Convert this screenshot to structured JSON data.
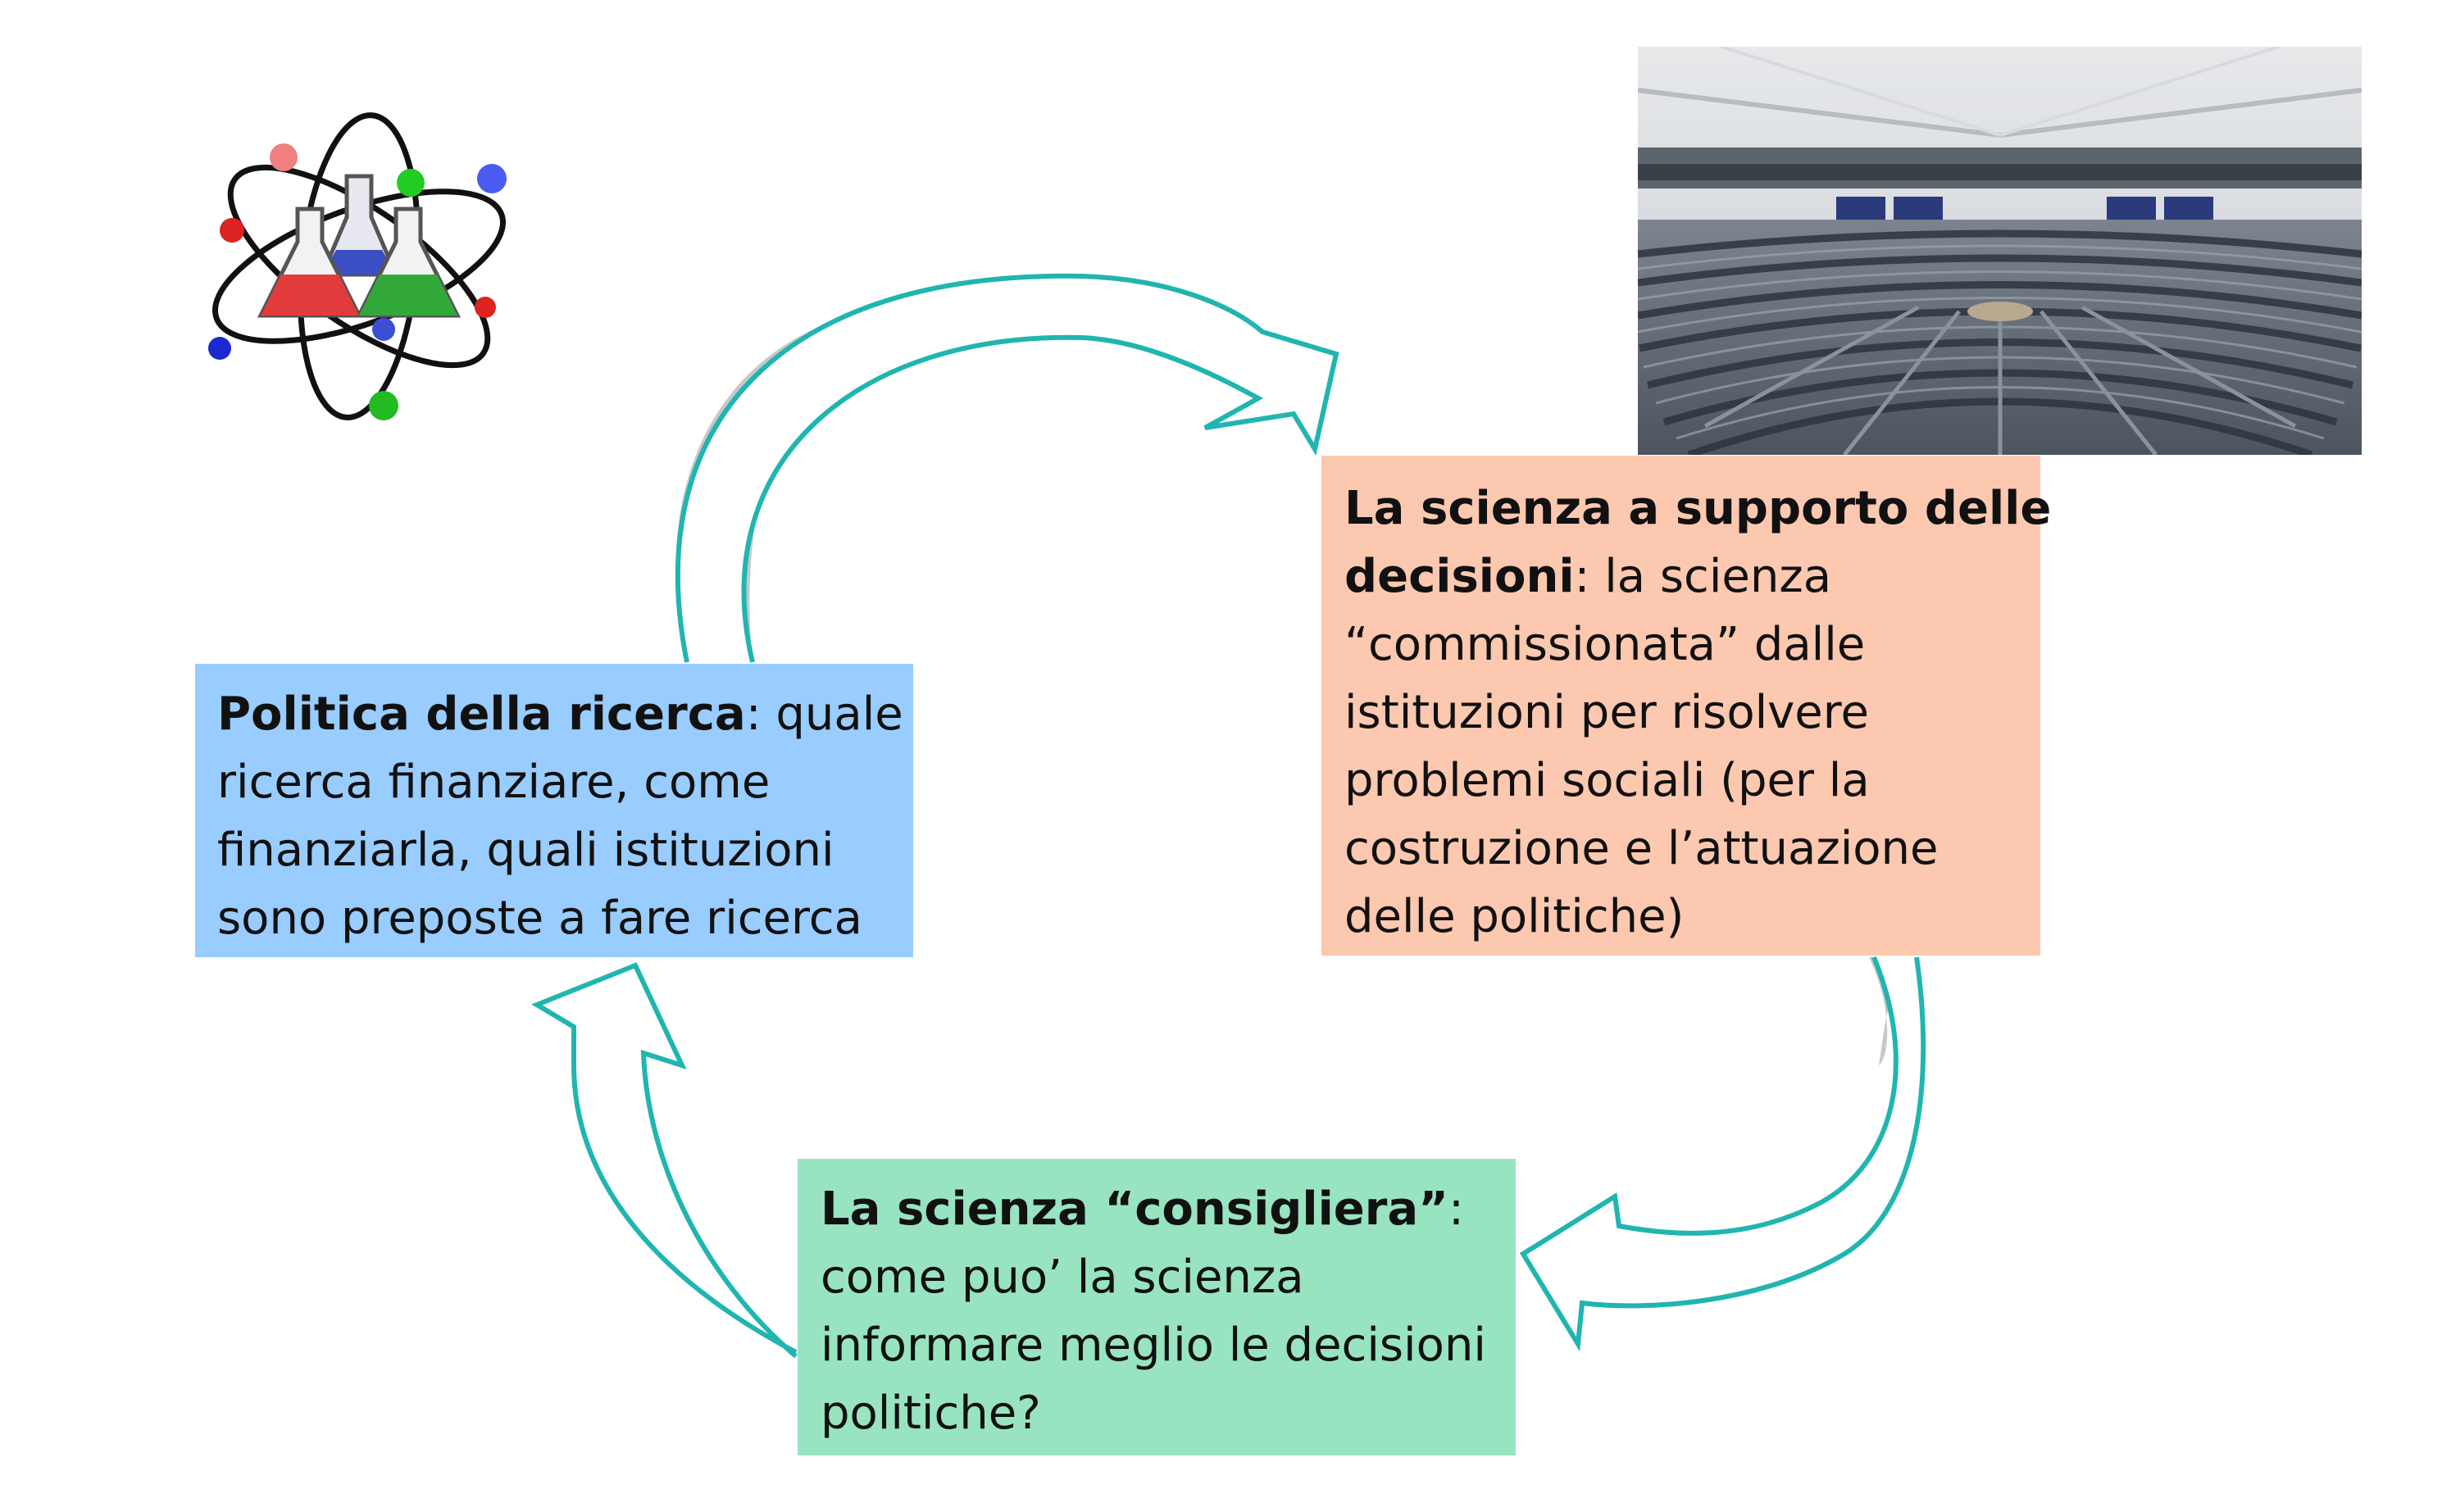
{
  "boxes": {
    "politica": {
      "title": "Politica della ricerca",
      "line1_rest": ": quale",
      "line2": "ricerca finanziare, come",
      "line3": "finanziarla, quali istituzioni",
      "line4": "sono preposte a fare ricerca",
      "color": "#99ccff"
    },
    "supporto": {
      "title_line1": "La scienza a supporto delle",
      "title_line2": "decisioni",
      "line2_rest": ": la scienza",
      "line3": "“commissionata” dalle",
      "line4": "istituzioni per risolvere",
      "line5": "problemi sociali (per la",
      "line6": "costruzione e l’attuazione",
      "line7": "delle politiche)",
      "color": "#fdc8b0"
    },
    "consigliera": {
      "title": "La scienza “consigliera”",
      "line1_rest": ":",
      "line2": "come puo’ la scienza",
      "line3": "informare meglio le decisioni",
      "line4": "politiche?",
      "color": "#98e4c0"
    }
  },
  "arrows": {
    "stroke_color": "#20b5b0",
    "shadow_color": "#c8c8c8"
  },
  "icons": [
    "atom-flask-icon",
    "parliament-photo"
  ]
}
